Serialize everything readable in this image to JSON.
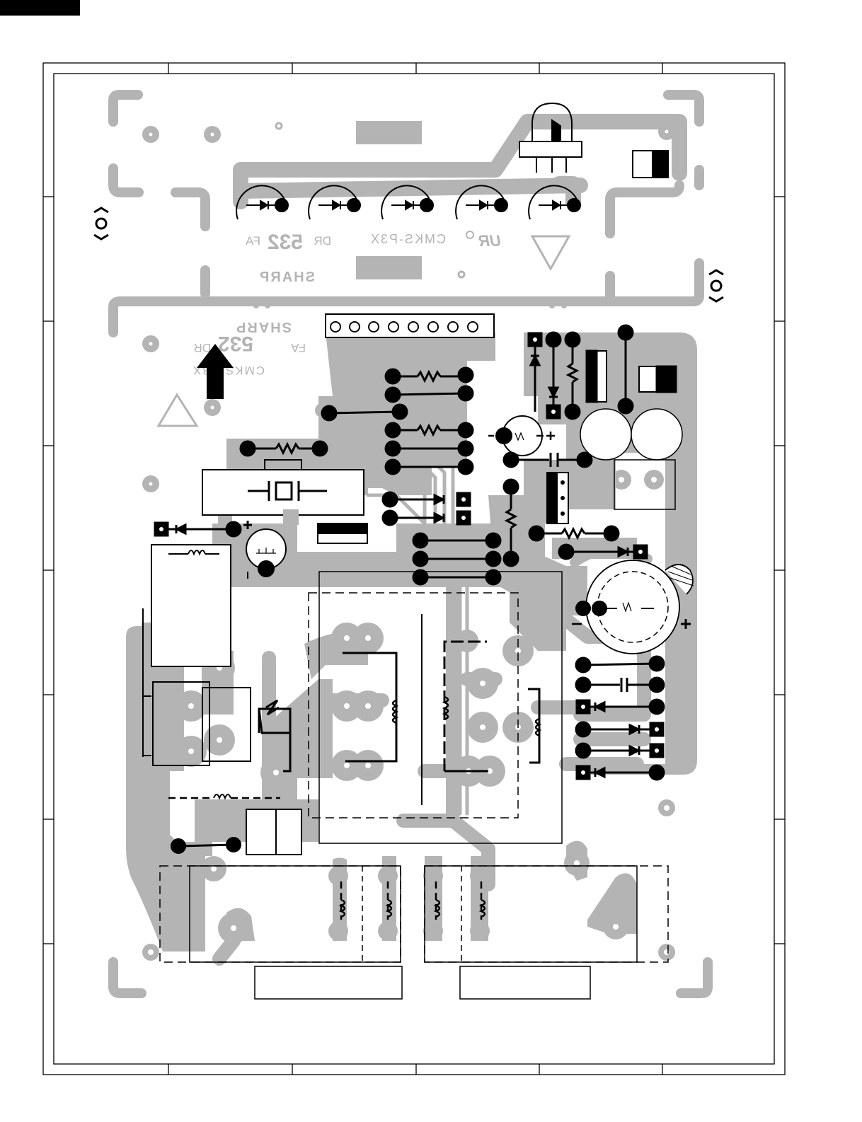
{
  "colors": {
    "copper": "#b4b4b4",
    "ink": "#000000",
    "paper": "#ffffff"
  },
  "silkscreen": {
    "mirrored_model": "FA532DR",
    "mirrored_model_prefix": "FA",
    "mirrored_model_number": "532",
    "mirrored_model_suffix": "DR",
    "mirrored_board_code": "CMKS-P3X",
    "mirrored_maker": "SHARP",
    "model_prefix": "FA",
    "model_number": "532",
    "model_suffix": "DR",
    "board_code": "CMKS-P3X",
    "maker": "SHARP",
    "cert_mark": "UR"
  },
  "icons": {
    "registration_mark": "mount-registration-icon",
    "direction_arrow": "up-arrow-icon",
    "warning_triangle": "triangle-outline-icon",
    "crystal": "crystal-resonator-icon",
    "relay": "relay-coil-icon",
    "led": "led-icon",
    "diode": "diode-icon",
    "resistor": "resistor-icon",
    "capacitor": "capacitor-icon",
    "transformer": "transformer-coil-icon"
  }
}
